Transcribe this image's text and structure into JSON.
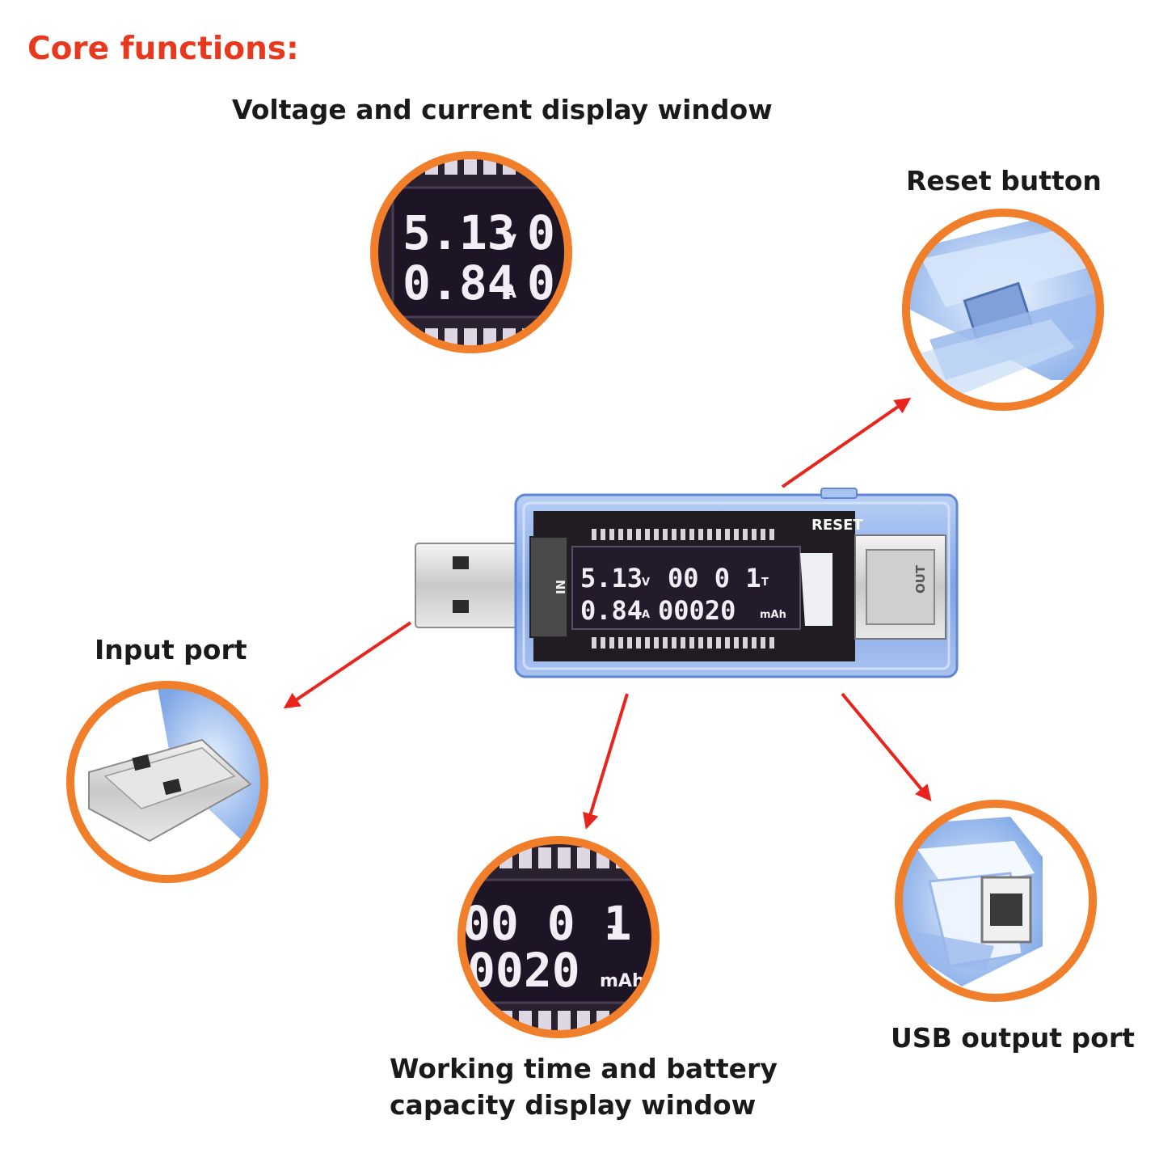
{
  "heading": {
    "text": "Core functions:",
    "color": "#e8391e"
  },
  "labels": {
    "voltage_window": "Voltage and current display window",
    "reset_button": "Reset button",
    "input_port": "Input port",
    "output_port": "USB output port",
    "time_capacity_line1": "Working time and battery",
    "time_capacity_line2": "capacity display window"
  },
  "device": {
    "reset_label": "RESET",
    "in_label": "IN",
    "out_label": "OUT",
    "voltage_value": "5.13",
    "voltage_unit": "V",
    "current_value": "0.84",
    "current_unit": "A",
    "time_value": "00 0 1",
    "time_unit": "T",
    "capacity_value": "00020",
    "capacity_unit": "mAh",
    "body_color": "#8fb2ea",
    "screen_color": "#231a2c"
  },
  "zoom_views": {
    "voltage_top_value": "5.13",
    "voltage_top_unit": "V",
    "voltage_bottom_value": "0.84",
    "voltage_bottom_unit": "A",
    "time_top_value": "00 0 1",
    "time_top_unit": "T",
    "time_bottom_value": "0020",
    "time_bottom_unit": "mAh"
  },
  "colors": {
    "circle_ring": "#f07e2a",
    "arrow": "#e8241c",
    "lcd_text": "#f2eef6"
  },
  "icons": [
    "arrow-up-right-icon",
    "arrow-down-left-icon",
    "arrow-down-icon",
    "arrow-down-right-icon"
  ]
}
